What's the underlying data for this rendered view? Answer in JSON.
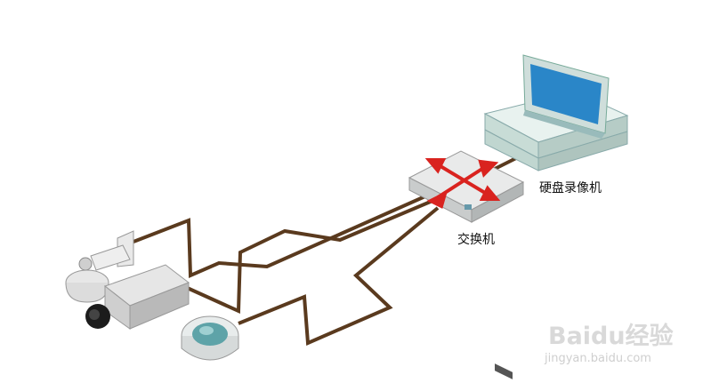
{
  "labels": {
    "dvr": "硬盘录像机",
    "switch": "交换机"
  },
  "watermark": {
    "brand": "Baidu经验",
    "url": "jingyan.baidu.com"
  },
  "colors": {
    "cable": "#5a3a1e",
    "switch_arrow": "#d9231f",
    "screen": "#2a86c8"
  }
}
